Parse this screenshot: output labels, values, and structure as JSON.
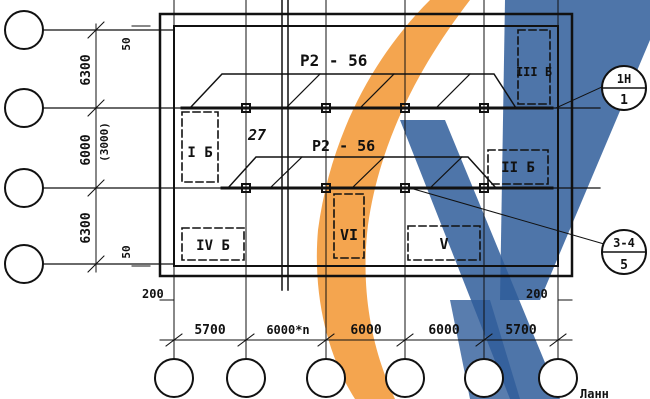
{
  "colors": {
    "ink": "#111111",
    "paper": "#ffffff",
    "watermark_orange": "#f39b3c",
    "watermark_blue": "#2f5d9a"
  },
  "row_dimensions": [
    "6300",
    "6000",
    "(3000)",
    "6300"
  ],
  "edge_offsets": {
    "top": "50",
    "bottom": "50",
    "left": "200",
    "right": "200"
  },
  "column_dimensions": [
    "5700",
    "6000*n",
    "6000",
    "6000",
    "5700"
  ],
  "beam_labels": [
    "P2  - 56",
    "P2 - 56"
  ],
  "column_mark": "27",
  "zones": [
    "I Б",
    "II Б",
    "III Б",
    "IV Б",
    "V",
    "VI"
  ],
  "callouts": [
    {
      "top": "1Н",
      "bottom": "1"
    },
    {
      "top": "3-4",
      "bottom": "5"
    }
  ],
  "corner_text": "Ланн"
}
